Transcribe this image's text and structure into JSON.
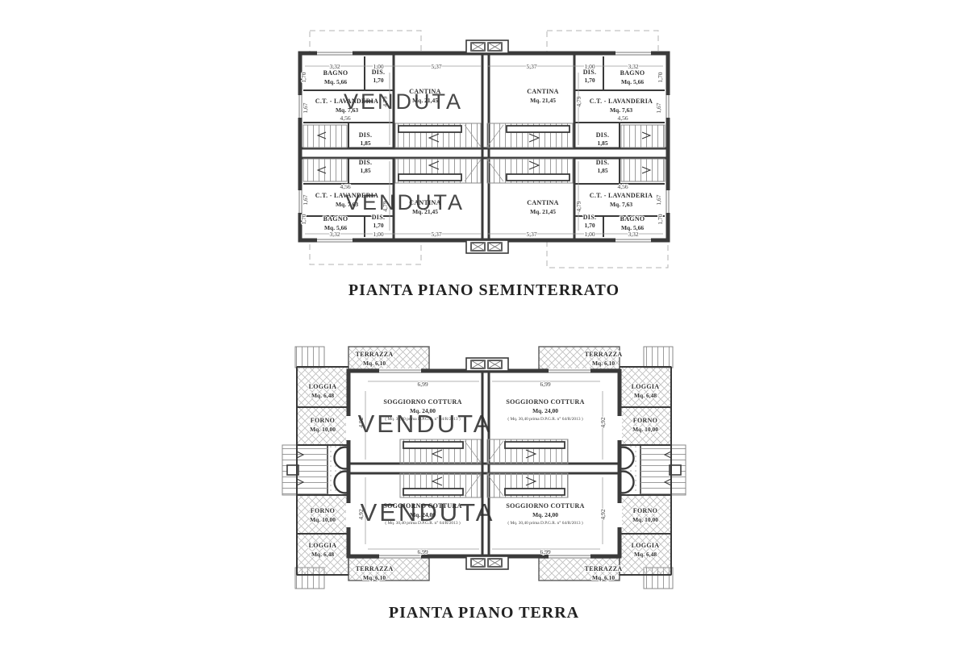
{
  "stamp": {
    "text": "VENDUTA",
    "color": "#C23B30"
  },
  "seminterrato": {
    "title": "PIANTA PIANO SEMINTERRATO",
    "rooms": {
      "bagno": {
        "name": "BAGNO",
        "area": "Mq. 5,66"
      },
      "dis170": {
        "name": "DIS.",
        "area": "1,70"
      },
      "lavanderia": {
        "name": "C.T. - LAVANDERIA",
        "area": "Mq. 7,63"
      },
      "dis185": {
        "name": "DIS.",
        "area": "1,85"
      },
      "cantina": {
        "name": "CANTINA",
        "area": "Mq. 21,45"
      }
    },
    "dims": {
      "w_bagno": "3,32",
      "w_dis": "1,00",
      "w_cantina": "5,37",
      "h_bagno": "1,70",
      "h_lav": "1,67",
      "w_lav": "4,56",
      "h_cantina": "4,79"
    }
  },
  "terra": {
    "title": "PIANTA PIANO TERRA",
    "rooms": {
      "soggiorno": {
        "name": "SOGGIORNO  COTTURA",
        "area": "Mq. 24,00",
        "note": "( Mq. 30,40 prima D.P.G.R. n° 64/R/2013 )"
      },
      "terrazza": {
        "name": "TERRAZZA",
        "area": "Mq. 6,10"
      },
      "loggia": {
        "name": "LOGGIA",
        "area": "Mq. 6,48"
      },
      "forno": {
        "name": "FORNO",
        "area": "Mq. 10,00"
      }
    },
    "dims": {
      "w_sogg": "6,99",
      "h_sogg": "4,92"
    }
  }
}
